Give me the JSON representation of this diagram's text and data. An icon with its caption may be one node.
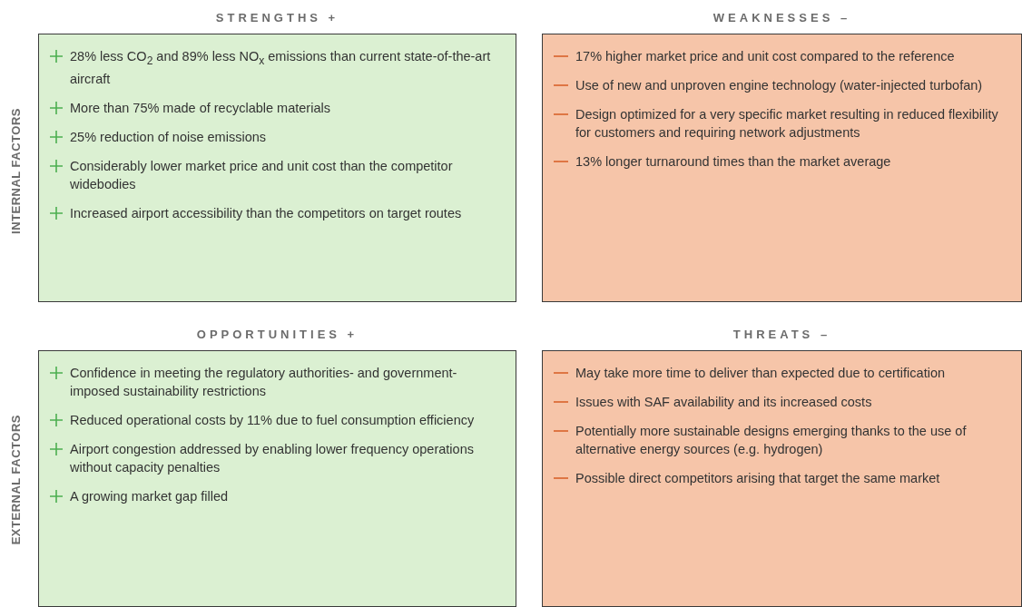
{
  "diagram": {
    "nodes": [
      {
        "text": [
          "STRENGTHS +",
          "28% less CO$_{2}$ and 89% less NO$_{x}$ emissions than current state-of-the-art aircraft",
          "More than 75% made of recyclable materials",
          "25% reduction of noise emissions",
          "Considerably lower market price and unit cost than the competitor widebodies",
          "Increased airport accessibility than the competitors on target routes"
        ]
      },
      {
        "text": [
          "WEAKNESSES –",
          "17% higher market price and unit cost compared to the reference",
          "Use of new and unproven engine technology (water-injected turbofan)",
          "Design optimized for a very specific market resulting in reduced flexibility for customers and requiring network adjustments",
          "13% longer turnaround times than the market average"
        ]
      },
      {
        "text": [
          "OPPORTUNITIES +",
          "Confidence in meeting the regulatory authorities- and government- imposed sustainability restrictions",
          "Reduced operational costs by 11% due to fuel consumption efficiency",
          "Airport congestion addressed by enabling lower frequency operations without capacity penalties",
          "A growing market gap filled"
        ]
      },
      {
        "text": [
          "THREATS –",
          "May take more time to deliver than expected due to certification",
          "Issues with SAF availability and its increased costs",
          "Potentially more sustainable designs emerging thanks to the use of alternative energy sources (e.g. hydrogen)",
          "Possible direct competitors arising that target the same market"
        ]
      }
    ],
    "labels": [
      "INTERNAL FACTORS",
      "EXTERNAL FACTORS"
    ]
  }
}
